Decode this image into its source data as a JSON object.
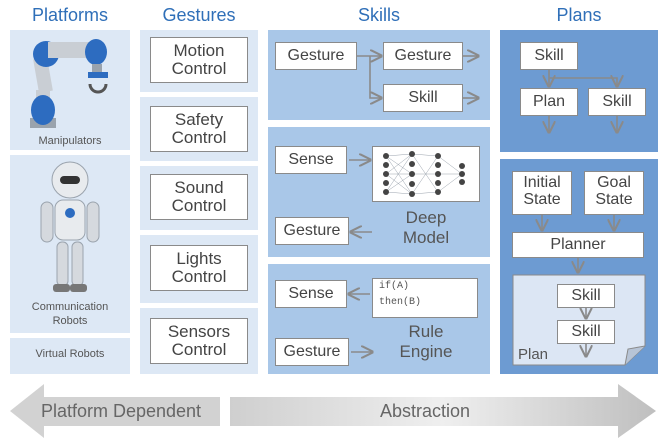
{
  "headings": {
    "platforms": "Platforms",
    "gestures": "Gestures",
    "skills": "Skills",
    "plans": "Plans"
  },
  "platforms": {
    "manipulators": "Manipulators",
    "communication_robots_1": "Communication",
    "communication_robots_2": "Robots",
    "virtual_robots": "Virtual Robots"
  },
  "gestures": [
    {
      "line1": "Motion",
      "line2": "Control"
    },
    {
      "line1": "Safety",
      "line2": "Control"
    },
    {
      "line1": "Sound",
      "line2": "Control"
    },
    {
      "line1": "Lights",
      "line2": "Control"
    },
    {
      "line1": "Sensors",
      "line2": "Control"
    }
  ],
  "skills": {
    "panel1": {
      "gesture_a": "Gesture",
      "gesture_b": "Gesture",
      "skill": "Skill"
    },
    "panel2": {
      "sense": "Sense",
      "gesture": "Gesture",
      "label_1": "Deep",
      "label_2": "Model"
    },
    "panel3": {
      "sense": "Sense",
      "gesture": "Gesture",
      "code_1": "if(A)",
      "code_2": "then(B)",
      "label_1": "Rule",
      "label_2": "Engine"
    }
  },
  "plans": {
    "panel1": {
      "skill_top": "Skill",
      "plan": "Plan",
      "skill_right": "Skill"
    },
    "panel2": {
      "initial_1": "Initial",
      "initial_2": "State",
      "goal_1": "Goal",
      "goal_2": "State",
      "planner": "Planner",
      "skill_1": "Skill",
      "skill_2": "Skill",
      "plan_label": "Plan"
    }
  },
  "bottom_arrow": {
    "left_label": "Platform Dependent",
    "right_label": "Abstraction"
  },
  "colors": {
    "heading": "#2f6fb8",
    "platforms_bg": "#dde8f5",
    "gestures_bg": "#dde8f5",
    "skills_bg": "#a9c7e8",
    "plans_bg": "#6d9bd2",
    "robot_blue": "#2d6cc0"
  }
}
